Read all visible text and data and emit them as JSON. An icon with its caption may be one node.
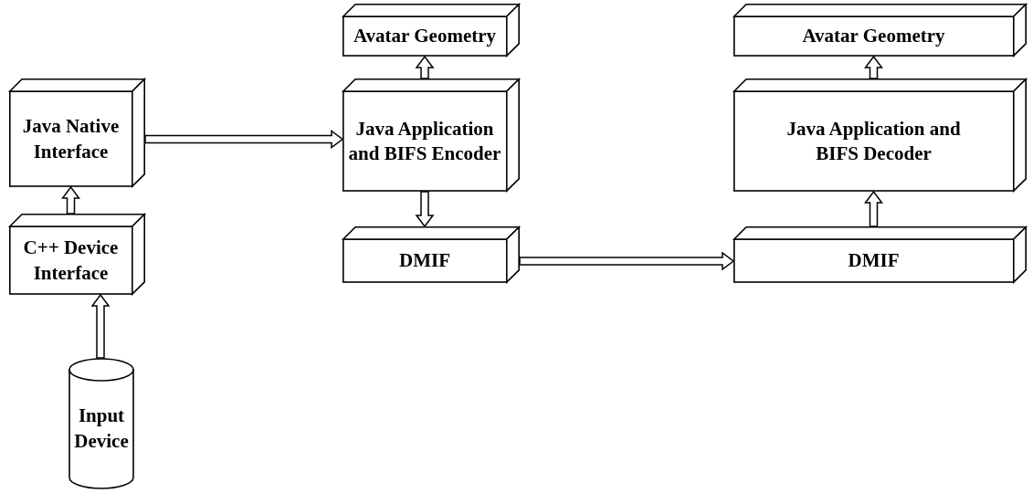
{
  "diagram": {
    "nodes": [
      {
        "text": [
          "Java Native Interface"
        ]
      },
      {
        "text": [
          "C++ Device Interface"
        ]
      },
      {
        "text": [
          "Input Device"
        ]
      },
      {
        "text": [
          "Avatar Geometry"
        ]
      },
      {
        "text": [
          "Java Application and BIFS Encoder"
        ]
      },
      {
        "text": [
          "DMIF"
        ]
      },
      {
        "text": [
          "Avatar Geometry"
        ]
      },
      {
        "text": [
          "Java Application and BIFS Decoder"
        ]
      },
      {
        "text": [
          "DMIF"
        ]
      }
    ],
    "edges": [
      {
        "from": 2,
        "to": 1,
        "arrow": "to"
      },
      {
        "from": 1,
        "to": 0,
        "arrow": "to"
      },
      {
        "from": 0,
        "to": 4,
        "arrow": "to"
      },
      {
        "from": 4,
        "to": 3,
        "arrow": "to"
      },
      {
        "from": 4,
        "to": 5,
        "arrow": "to"
      },
      {
        "from": 5,
        "to": 8,
        "arrow": "to"
      },
      {
        "from": 8,
        "to": 7,
        "arrow": "to"
      },
      {
        "from": 7,
        "to": 6,
        "arrow": "to"
      }
    ]
  }
}
